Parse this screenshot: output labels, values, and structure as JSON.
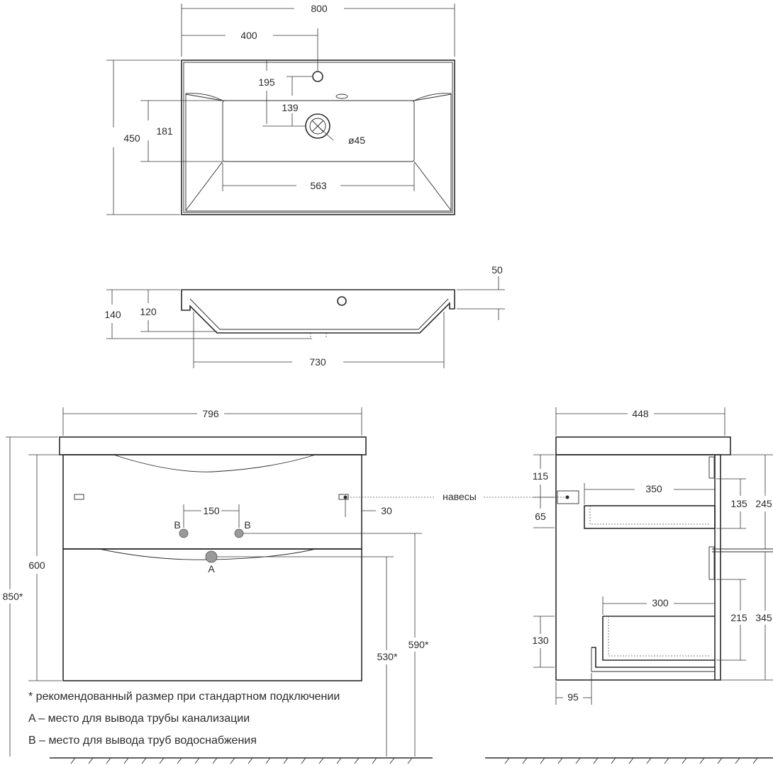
{
  "top_view": {
    "width": "800",
    "half_width": "400",
    "depth": "450",
    "faucet_offset": "195",
    "drain_offset": "139",
    "bowl_depth": "181",
    "drain_diameter": "ø45",
    "bowl_width": "563"
  },
  "side_view": {
    "rim": "50",
    "total_height": "140",
    "bowl_height": "120",
    "bottom_width": "730"
  },
  "front_view": {
    "width": "796",
    "pipe_spacing": "150",
    "hanger_offset": "30",
    "body_height": "600",
    "total_height": "850*",
    "drain_height": "530*",
    "supply_height": "590*",
    "label_a": "A",
    "label_b_left": "B",
    "label_b_right": "B",
    "hangers_label": "навесы"
  },
  "section_view": {
    "depth": "448",
    "hanger_top": "115",
    "hanger_bottom": "65",
    "top_drawer_depth": "350",
    "top_drawer_height": "135",
    "top_section_height": "245",
    "bottom_drawer_depth": "300",
    "bottom_drawer_height": "215",
    "bottom_section_height": "345",
    "plinth_height": "130",
    "plinth_depth": "95"
  },
  "notes": {
    "line1": "* рекомендованный размер при стандартном подключении",
    "line2": "A – место для вывода трубы канализации",
    "line3": "B – место для вывода труб водоснабжения"
  }
}
